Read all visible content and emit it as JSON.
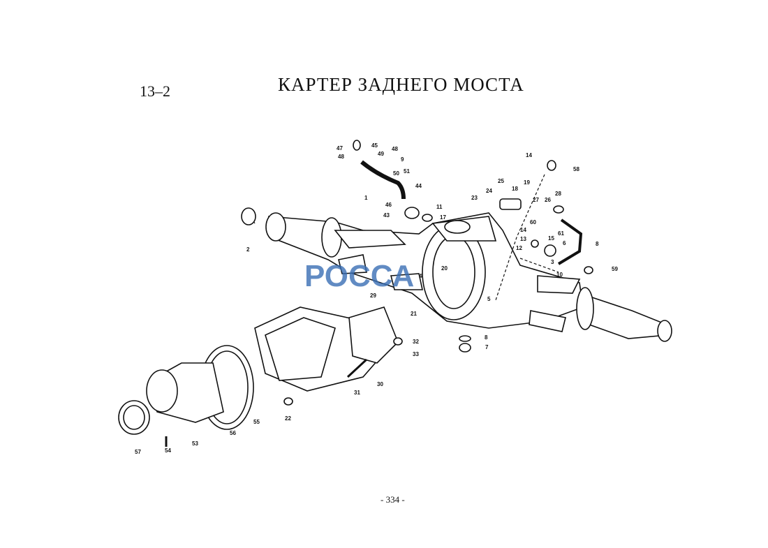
{
  "header": {
    "section": "13–2",
    "title": "КАРТЕР ЗАДНЕГО МОСТА"
  },
  "footer": {
    "page": "- 334 -"
  },
  "watermark": {
    "text": "РОССА",
    "color": "#3a6fb5"
  },
  "callouts": [
    "47",
    "48",
    "45",
    "49",
    "48",
    "9",
    "50",
    "51",
    "44",
    "46",
    "43",
    "11",
    "17",
    "1",
    "2",
    "14",
    "58",
    "25",
    "24",
    "23",
    "18",
    "19",
    "27",
    "26",
    "28",
    "60",
    "61",
    "14",
    "15",
    "13",
    "12",
    "6",
    "8",
    "3",
    "59",
    "10",
    "20",
    "4",
    "5",
    "21",
    "29",
    "32",
    "33",
    "8",
    "7",
    "30",
    "31",
    "22",
    "55",
    "56",
    "53",
    "54",
    "57"
  ]
}
